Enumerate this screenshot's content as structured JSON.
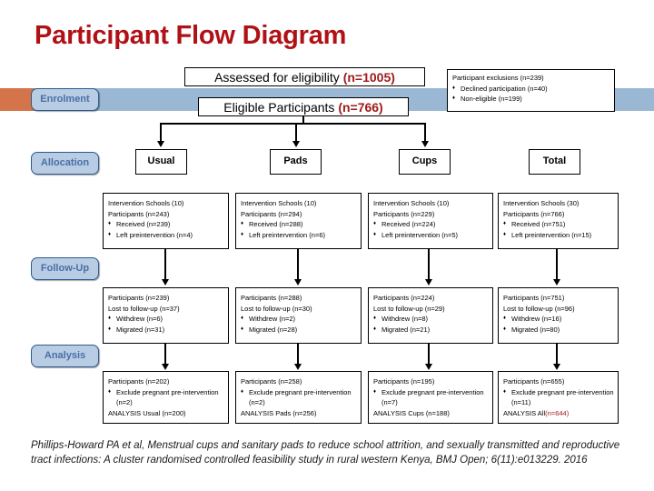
{
  "title": "Participant Flow Diagram",
  "stages": [
    {
      "id": "enrolment",
      "label": "Enrolment"
    },
    {
      "id": "allocation",
      "label": "Allocation"
    },
    {
      "id": "followup",
      "label": "Follow-Up"
    },
    {
      "id": "analysis",
      "label": "Analysis"
    }
  ],
  "enrolment": {
    "assessed_label": "Assessed for eligibility ",
    "assessed_n": "(n=1005)",
    "eligible_label": "Eligible Participants ",
    "eligible_n": "(n=766)",
    "exclusions": {
      "heading": "Participant exclusions (n=239)",
      "items": [
        "Declined participation (n=40)",
        "Non-eligible (n=199)"
      ]
    }
  },
  "arms": [
    {
      "name": "Usual"
    },
    {
      "name": "Pads"
    },
    {
      "name": "Cups"
    },
    {
      "name": "Total"
    }
  ],
  "allocation_row": [
    {
      "schools": "Intervention Schools (10)",
      "participants": "Participants (n=243)",
      "items": [
        "Received (n=239)",
        "Left preintervention (n=4)"
      ]
    },
    {
      "schools": "Intervention Schools (10)",
      "participants": "Participants (n=294)",
      "items": [
        "Received (n=288)",
        "Left preintervention (n=6)"
      ]
    },
    {
      "schools": "Intervention Schools (10)",
      "participants": "Participants (n=229)",
      "items": [
        "Received (n=224)",
        "Left preintervention (n=5)"
      ]
    },
    {
      "schools": "Intervention Schools (30)",
      "participants": "Participants (n=766)",
      "items": [
        "Received (n=751)",
        "Left preintervention (n=15)"
      ]
    }
  ],
  "followup_row": [
    {
      "participants": "Participants (n=239)",
      "lost": "Lost to follow-up (n=37)",
      "items": [
        "Withdrew (n=6)",
        "Migrated (n=31)"
      ]
    },
    {
      "participants": "Participants (n=288)",
      "lost": "Lost to follow-up (n=30)",
      "items": [
        "Withdrew (n=2)",
        "Migrated (n=28)"
      ]
    },
    {
      "participants": "Participants (n=224)",
      "lost": "Lost to follow-up (n=29)",
      "items": [
        "Withdrew (n=8)",
        "Migrated (n=21)"
      ]
    },
    {
      "participants": "Participants (n=751)",
      "lost": "Lost to follow-up (n=96)",
      "items": [
        "Withdrew (n=16)",
        "Migrated (n=80)"
      ]
    }
  ],
  "analysis_row": [
    {
      "participants": "Participants (n=202)",
      "exclude": "Exclude pregnant pre-intervention (n=2)",
      "analysis_label": "ANALYSIS Usual ",
      "analysis_n": "(n=200)",
      "analysis_n_red": false
    },
    {
      "participants": "Participants (n=258)",
      "exclude": "Exclude pregnant pre-intervention (n=2)",
      "analysis_label": "ANALYSIS Pads ",
      "analysis_n": "(n=256)",
      "analysis_n_red": false
    },
    {
      "participants": "Participants (n=195)",
      "exclude": "Exclude pregnant pre-intervention (n=7)",
      "analysis_label": "ANALYSIS Cups ",
      "analysis_n": "(n=188)",
      "analysis_n_red": false
    },
    {
      "participants": "Participants (n=655)",
      "exclude": "Exclude pregnant pre-intervention (n=11)",
      "analysis_label": "ANALYSIS All",
      "analysis_n": "(n=644)",
      "analysis_n_red": true
    }
  ],
  "citation": "Phillips-Howard PA et al, Menstrual cups and sanitary pads to reduce school attrition, and sexually transmitted and reproductive tract infections: A cluster randomised controlled feasibility study in rural western Kenya, BMJ Open; 6(11):e013229. 2016",
  "colors": {
    "title_red": "#b01116",
    "accent_red": "#a01b1b",
    "band_orange": "#d4744a",
    "band_blue": "#9ab7d3",
    "pill_fill": "#b8cce4",
    "pill_border": "#2e5b8f",
    "pill_text": "#4a6fa5"
  }
}
